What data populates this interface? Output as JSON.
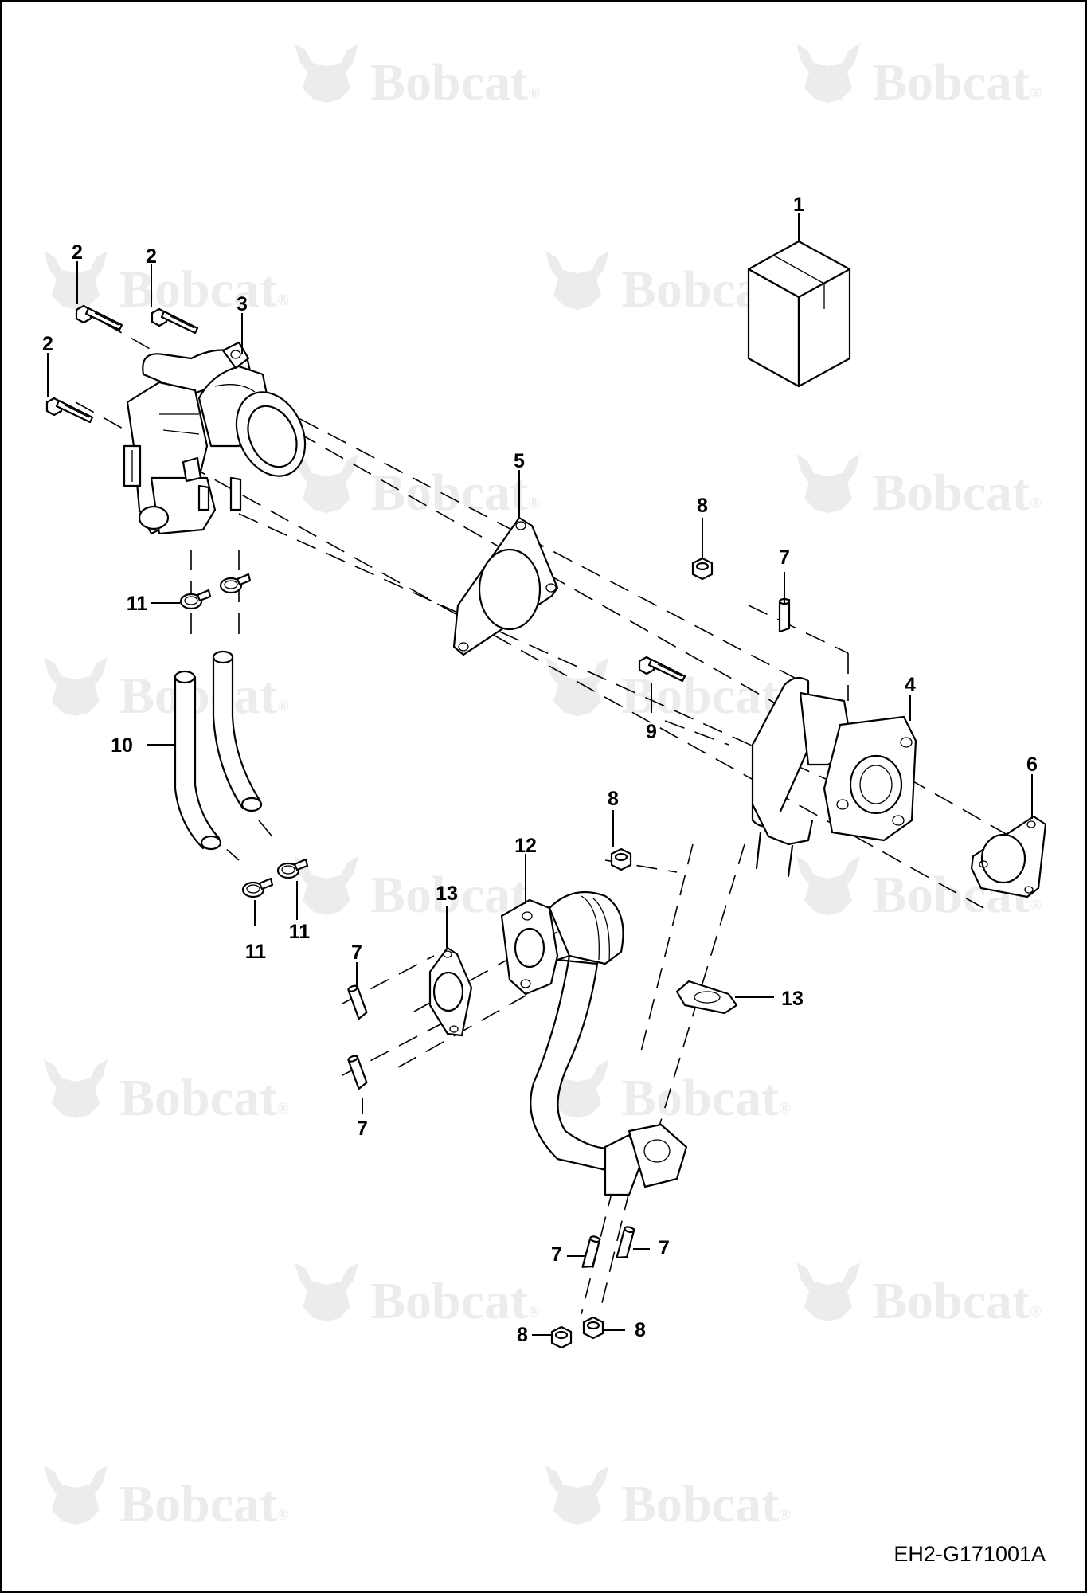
{
  "watermark": {
    "brand": "Bobcat",
    "mark": "®"
  },
  "drawing_code": "EH2-G171001A",
  "callouts": {
    "c1": "1",
    "c2a": "2",
    "c2b": "2",
    "c2c": "2",
    "c3": "3",
    "c4": "4",
    "c5": "5",
    "c6": "6",
    "c7a": "7",
    "c7b": "7",
    "c7c": "7",
    "c7d": "7",
    "c7e": "7",
    "c8a": "8",
    "c8b": "8",
    "c8c": "8",
    "c8d": "8",
    "c9": "9",
    "c10": "10",
    "c11a": "11",
    "c11b": "11",
    "c11c": "11",
    "c12": "12",
    "c13a": "13",
    "c13b": "13"
  },
  "colors": {
    "line": "#000000",
    "watermark": "#ececec",
    "background": "#ffffff"
  }
}
